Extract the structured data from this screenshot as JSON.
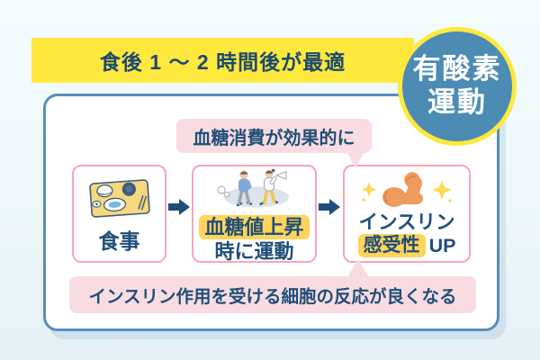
{
  "header": {
    "top_banner": "食後 1 〜 2 時間後が最適",
    "badge_line1": "有酸素",
    "badge_line2": "運動"
  },
  "flow": {
    "top_bubble": "血糖消費が効果的に",
    "step_meal": {
      "icon": "meal-tray-icon",
      "label": "食事"
    },
    "step_exercise": {
      "icon": "walking-people-icon",
      "highlight": "血糖値上昇",
      "label": "時に運動"
    },
    "step_insulin": {
      "icon": "muscle-arm-icon",
      "line1": "インスリン",
      "highlight": "感受性",
      "suffix": "UP"
    },
    "bottom_bubble": "インスリン作用を受ける細胞の反応が良くなる"
  },
  "colors": {
    "background": "#EFF9FB",
    "banner_yellow": "#FFE83E",
    "badge_blue": "#4C8CB4",
    "main_border_blue": "#5A8CB8",
    "bubble_pink": "#F9DCE2",
    "step_border_pink": "#F6A6BB",
    "highlight_yellow": "#FFD45C",
    "text_navy": "#1F4E78",
    "arrow_navy": "#1F4E78",
    "muscle_orange": "#ED9C5E",
    "sparkle_yellow": "#FFD84E"
  }
}
